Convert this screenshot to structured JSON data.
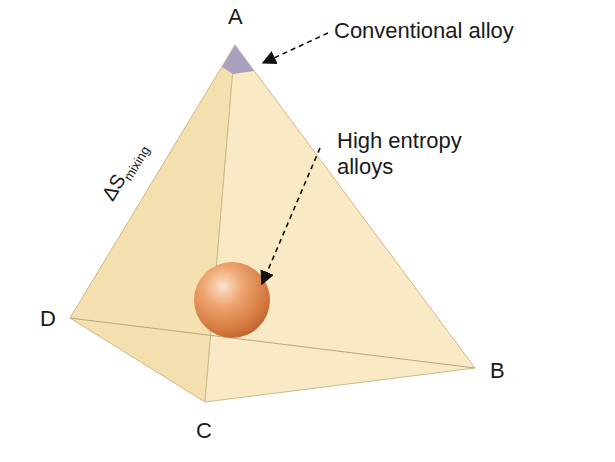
{
  "diagram": {
    "labels": [
      "A",
      "Conventional alloy",
      "High entropy alloys",
      "ΔS",
      "mixing",
      "D",
      "B",
      "C"
    ]
  }
}
